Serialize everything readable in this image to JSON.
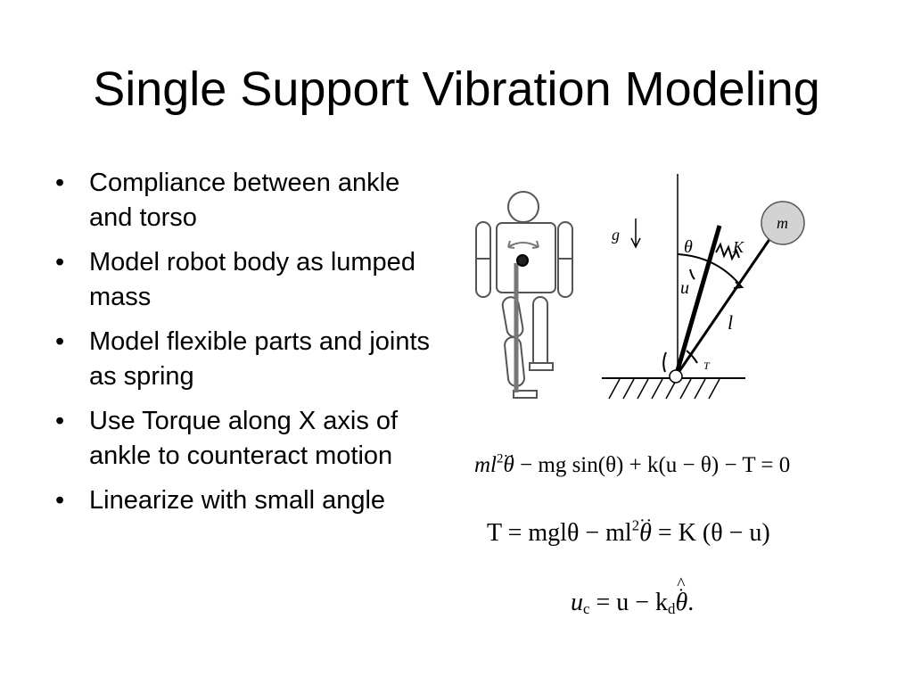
{
  "slide": {
    "title": "Single Support Vibration Modeling",
    "bullets": [
      "Compliance between ankle and torso",
      "Model robot body as lumped mass",
      "Model flexible parts and joints as spring",
      "Use Torque along X axis of ankle to counteract motion",
      "Linearize with small angle"
    ]
  },
  "diagram": {
    "labels": {
      "g": "g",
      "theta": "θ",
      "K": "K",
      "m": "m",
      "u": "u",
      "l": "l",
      "T": "T"
    }
  },
  "equations": {
    "eq1": {
      "ml": "ml",
      "sq": "2",
      "theta_dd": "θ",
      "dots": "··",
      "rest": " − mg sin(θ) + k(u − θ) − T = 0"
    },
    "eq2": {
      "lhs": "T = mglθ − ml",
      "sq": "2",
      "theta_dd": "θ",
      "dots": "··",
      "rhs": " = K (θ − u)"
    },
    "eq3": {
      "u": "u",
      "u_sub": "c",
      "mid": " = u − k",
      "k_sub": "d",
      "theta_hat": "θ",
      "hat": "^",
      "dot": "·",
      "end": "."
    }
  }
}
